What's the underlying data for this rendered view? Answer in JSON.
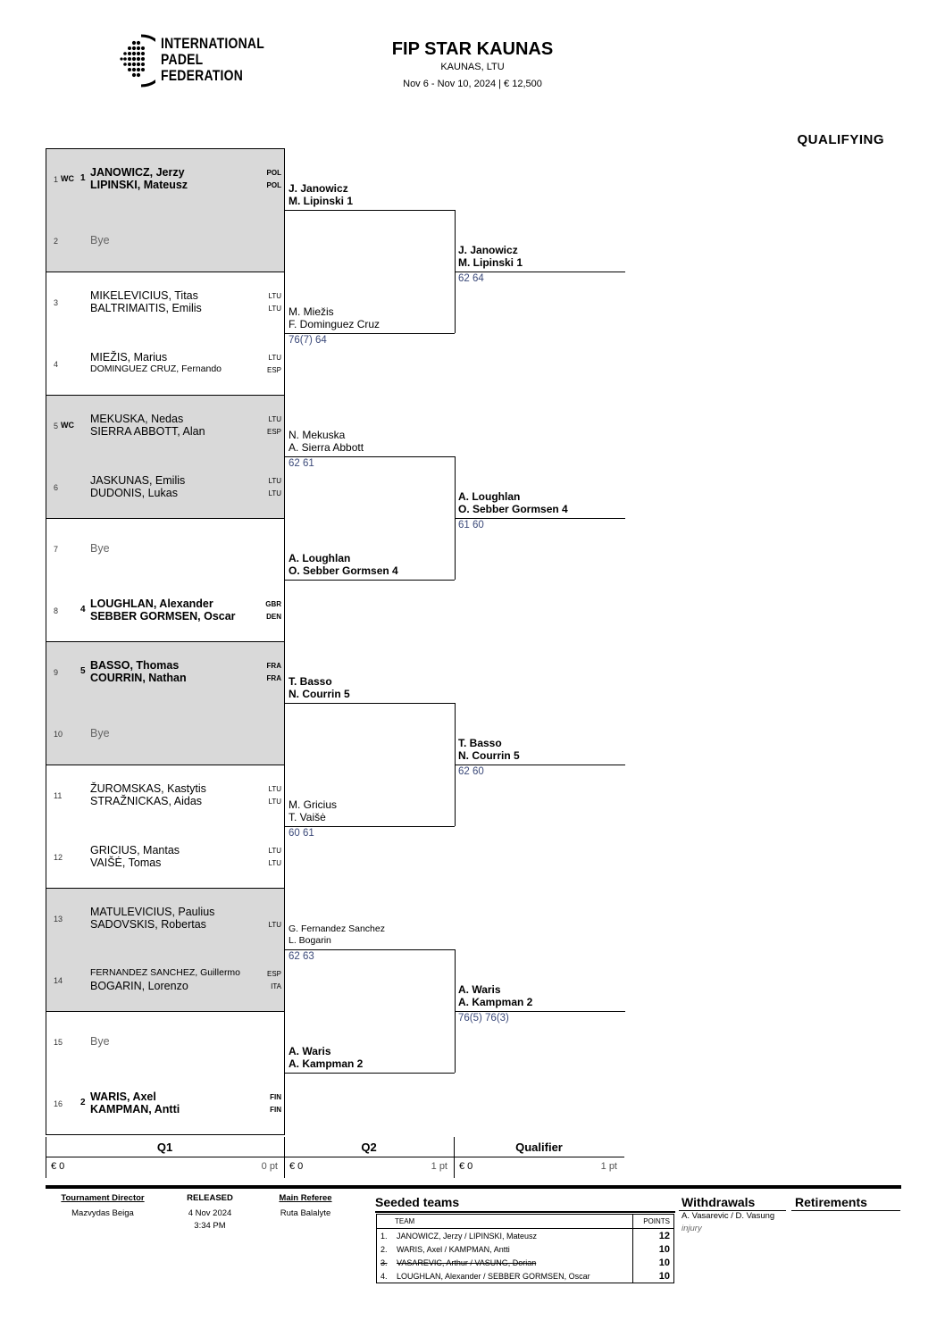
{
  "header": {
    "logo_lines": [
      "INTERNATIONAL",
      "PADEL",
      "FEDERATION"
    ],
    "title": "FIP STAR KAUNAS",
    "location": "KAUNAS, LTU",
    "dates": "Nov 6 - Nov 10, 2024  |  € 12,500",
    "section": "QUALIFYING"
  },
  "draw": [
    {
      "num": "1",
      "wc": "WC",
      "seed": "1",
      "p1": "JANOWICZ, Jerzy",
      "n1": "POL",
      "p2": "LIPINSKI, Mateusz",
      "n2": "POL"
    },
    {
      "num": "2",
      "bye": "Bye"
    },
    {
      "num": "3",
      "p1": "MIKELEVICIUS, Titas",
      "n1": "LTU",
      "p2": "BALTRIMAITIS, Emilis",
      "n2": "LTU"
    },
    {
      "num": "4",
      "p1": "MIEŽIS, Marius",
      "n1": "LTU",
      "p2": "DOMINGUEZ CRUZ, Fernando",
      "n2": "ESP"
    },
    {
      "num": "5",
      "wc": "WC",
      "p1": "MEKUSKA, Nedas",
      "n1": "LTU",
      "p2": "SIERRA ABBOTT, Alan",
      "n2": "ESP"
    },
    {
      "num": "6",
      "p1": "JASKUNAS, Emilis",
      "n1": "LTU",
      "p2": "DUDONIS, Lukas",
      "n2": "LTU"
    },
    {
      "num": "7",
      "bye": "Bye"
    },
    {
      "num": "8",
      "seed": "4",
      "p1": "LOUGHLAN, Alexander",
      "n1": "GBR",
      "p2": "SEBBER GORMSEN, Oscar",
      "n2": "DEN"
    },
    {
      "num": "9",
      "seed": "5",
      "p1": "BASSO, Thomas",
      "n1": "FRA",
      "p2": "COURRIN, Nathan",
      "n2": "FRA"
    },
    {
      "num": "10",
      "bye": "Bye"
    },
    {
      "num": "11",
      "p1": "ŽUROMSKAS, Kastytis",
      "n1": "LTU",
      "p2": "STRAŽNICKAS, Aidas",
      "n2": "LTU"
    },
    {
      "num": "12",
      "p1": "GRICIUS, Mantas",
      "n1": "LTU",
      "p2": "VAIŠĖ, Tomas",
      "n2": "LTU"
    },
    {
      "num": "13",
      "p1": "MATULEVICIUS, Paulius",
      "n1": "",
      "p2": "SADOVSKIS, Robertas",
      "n2": "LTU"
    },
    {
      "num": "14",
      "p1": "FERNANDEZ SANCHEZ, Guillermo",
      "n1": "ESP",
      "p2": "BOGARIN, Lorenzo",
      "n2": "ITA"
    },
    {
      "num": "15",
      "bye": "Bye"
    },
    {
      "num": "16",
      "seed": "2",
      "p1": "WARIS, Axel",
      "n1": "FIN",
      "p2": "KAMPMAN, Antti",
      "n2": "FIN"
    }
  ],
  "q1": [
    {
      "l1": "J. Janowicz",
      "l2": "M. Lipinski  1",
      "score": ""
    },
    {
      "l1": "M. Miežis",
      "l2": "F. Dominguez Cruz",
      "score": "76(7) 64"
    },
    {
      "l1": "N. Mekuska",
      "l2": "A. Sierra Abbott",
      "score": "62 61"
    },
    {
      "l1": "A. Loughlan",
      "l2": "O. Sebber Gormsen  4",
      "score": ""
    },
    {
      "l1": "T. Basso",
      "l2": "N. Courrin  5",
      "score": ""
    },
    {
      "l1": "M. Gricius",
      "l2": "T. Vaišė",
      "score": "60 61"
    },
    {
      "l1": "G. Fernandez Sanchez",
      "l2": "L. Bogarin",
      "score": "62 63"
    },
    {
      "l1": "A. Waris",
      "l2": "A. Kampman  2",
      "score": ""
    }
  ],
  "q2": [
    {
      "l1": "J. Janowicz",
      "l2": "M. Lipinski  1",
      "score": "62 64"
    },
    {
      "l1": "A. Loughlan",
      "l2": "O. Sebber Gormsen  4",
      "score": "61 60"
    },
    {
      "l1": "T. Basso",
      "l2": "N. Courrin  5",
      "score": "62 60"
    },
    {
      "l1": "A. Waris",
      "l2": "A. Kampman  2",
      "score": "76(5) 76(3)"
    }
  ],
  "rounds": [
    {
      "name": "Q1",
      "prize": "€ 0",
      "points": "0 pt"
    },
    {
      "name": "Q2",
      "prize": "€ 0",
      "points": "1 pt"
    },
    {
      "name": "Qualifier",
      "prize": "€ 0",
      "points": "1 pt"
    }
  ],
  "footer": {
    "director_label": "Tournament Director",
    "director": "Mazvydas Beiga",
    "released_label": "RELEASED",
    "released_date": "4 Nov 2024",
    "released_time": "3:34 PM",
    "referee_label": "Main Referee",
    "referee": "Ruta Balalyte",
    "seeded_title": "Seeded teams",
    "col_team": "TEAM",
    "col_points": "POINTS",
    "seeded": [
      {
        "n": "1.",
        "team": "JANOWICZ, Jerzy / LIPINSKI, Mateusz",
        "pts": "12"
      },
      {
        "n": "2.",
        "team": "WARIS, Axel / KAMPMAN, Antti",
        "pts": "10"
      },
      {
        "n": "3.",
        "team": "VASAREVIC, Arthur / VASUNG, Dorian",
        "pts": "10"
      },
      {
        "n": "4.",
        "team": "LOUGHLAN, Alexander / SEBBER GORMSEN, Oscar",
        "pts": "10"
      }
    ],
    "withdrawals_title": "Withdrawals",
    "withdrawal": "A. Vasarevic / D. Vasung",
    "withdrawal_reason": "injury",
    "retirements_title": "Retirements"
  }
}
